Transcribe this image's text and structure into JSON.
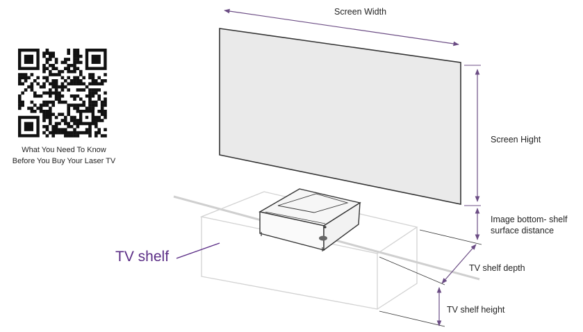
{
  "labels": {
    "screen_width": "Screen Width",
    "screen_height": "Screen Hight",
    "image_bottom_line1": "Image bottom- shelf",
    "image_bottom_line2": "surface distance",
    "shelf_depth": "TV shelf depth",
    "shelf_height": "TV shelf height",
    "tv_shelf": "TV shelf"
  },
  "qr": {
    "caption_line1": "What You Need To Know",
    "caption_line2": "Before You Buy Your Laser TV"
  },
  "colors": {
    "accent": "#5b2d86",
    "dimension_line": "#6b4c84",
    "screen_fill": "#eaeaea",
    "shelf_outline": "#d0d0d0",
    "projector": "#333333"
  }
}
